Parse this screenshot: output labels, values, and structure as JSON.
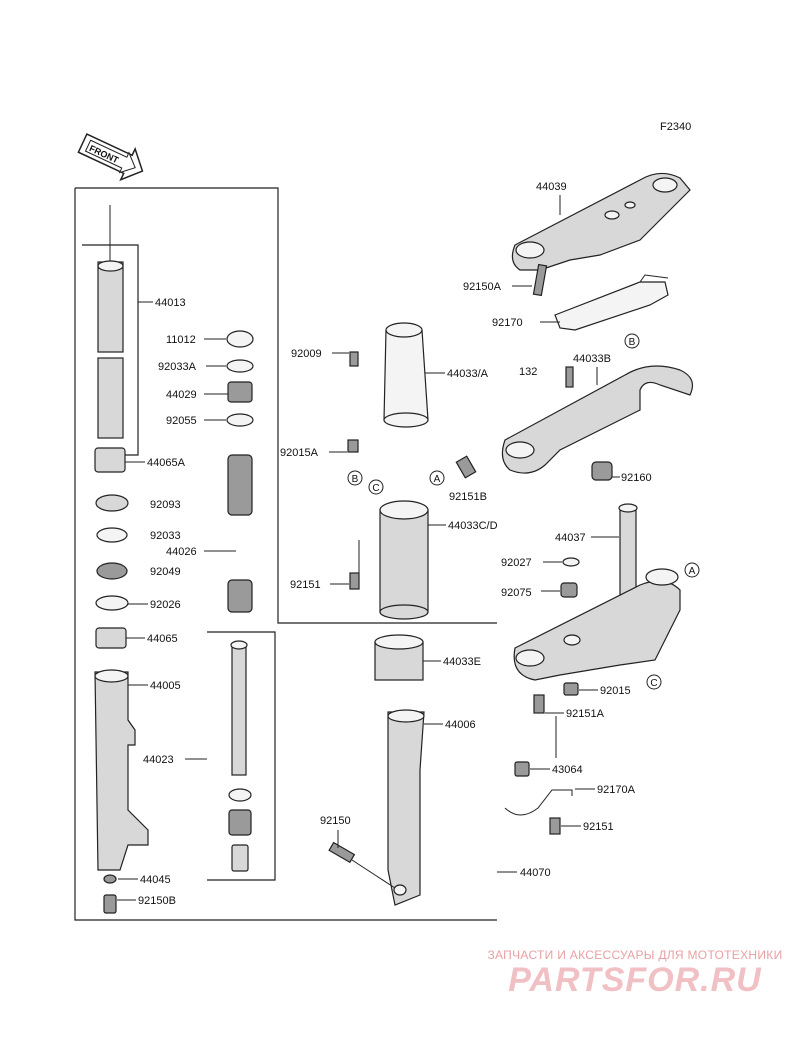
{
  "figure_code": "F2340",
  "front_arrow_label": "FRONT",
  "labels": {
    "p44039": "44039",
    "p92150A": "92150A",
    "p92170": "92170",
    "p132": "132",
    "p44033B": "44033B",
    "p92160": "92160",
    "p44013": "44013",
    "p11012": "11012",
    "p92033A": "92033A",
    "p44029": "44029",
    "p92055": "92055",
    "p44065A": "44065A",
    "p92093": "92093",
    "p92033": "92033",
    "p44026": "44026",
    "p92049": "92049",
    "p92026": "92026",
    "p44065": "44065",
    "p44005": "44005",
    "p44023": "44023",
    "p44045": "44045",
    "p92150B": "92150B",
    "p92009": "92009",
    "p44033A": "44033/A",
    "p92015A": "92015A",
    "p92151B": "92151B",
    "p44033CD": "44033C/D",
    "p92151": "92151",
    "p44033E": "44033E",
    "p44006": "44006",
    "p92150": "92150",
    "p44070": "44070",
    "p44037": "44037",
    "p92027": "92027",
    "p92075": "92075",
    "p92015": "92015",
    "p92151A": "92151A",
    "p43064": "43064",
    "p92170A": "92170A",
    "p92151b2": "92151"
  },
  "ref_markers": {
    "a1": "A",
    "a2": "A",
    "b1": "B",
    "b2": "B",
    "c1": "C",
    "c2": "C"
  },
  "watermark": {
    "tagline": "ЗАПЧАСТИ И АКСЕССУАРЫ ДЛЯ МОТОТЕХНИКИ",
    "logo": "PARTSFOR.RU"
  }
}
